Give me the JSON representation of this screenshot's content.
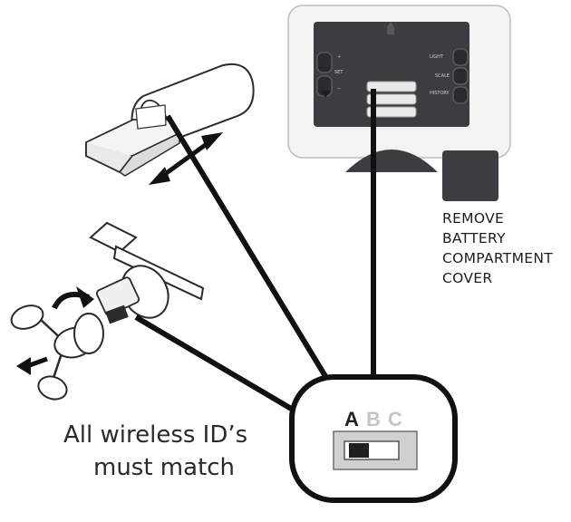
{
  "note": {
    "lines": [
      "REMOVE",
      "BATTERY",
      "COMPARTMENT",
      "COVER"
    ]
  },
  "caption": {
    "lines": [
      "All wireless ID’s",
      "must match"
    ]
  },
  "switch_panel": {
    "letters": [
      {
        "text": "A",
        "color": "#222222"
      },
      {
        "text": "B",
        "color": "#c4c4c4"
      },
      {
        "text": "C",
        "color": "#c4c4c4"
      }
    ],
    "selected": "A"
  },
  "console_buttons": {
    "left": [
      "+",
      "SET",
      "−"
    ],
    "right": [
      "LIGHT",
      "SCALE",
      "HISTORY"
    ]
  },
  "colors": {
    "line": "#111111",
    "panel_dark": "#3b3d40",
    "console_frame": "#f2f2f2",
    "console_border": "#bdbdbd"
  }
}
